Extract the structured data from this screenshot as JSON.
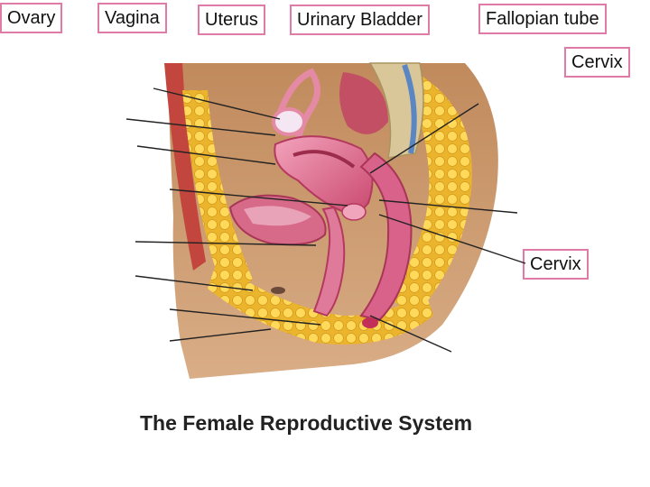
{
  "labels": {
    "ovary": "Ovary",
    "vagina": "Vagina",
    "uterus": "Uterus",
    "urinary_bladder": "Urinary Bladder",
    "fallopian_tube": "Fallopian tube",
    "cervix_top": "Cervix",
    "cervix_right": "Cervix"
  },
  "title": "The Female Reproductive System",
  "colors": {
    "label_border": "#e07aa6",
    "skin": "#c79265",
    "fat": "#f2c13c",
    "tissue": "#e06c8e",
    "bone": "#d9c79a"
  }
}
